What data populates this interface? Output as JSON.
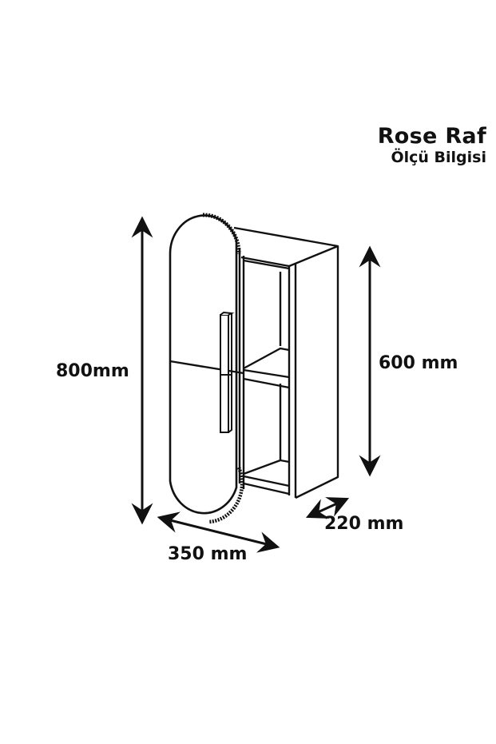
{
  "header": {
    "title": "Rose Raf",
    "subtitle": "Ölçü Bilgisi"
  },
  "dimensions": {
    "total_height": "800mm",
    "body_height": "600 mm",
    "width": "350 mm",
    "depth": "220 mm"
  },
  "colors": {
    "line": "#111111",
    "background": "#ffffff"
  },
  "icons": {
    "arrow": "double-headed-arrow-icon"
  }
}
